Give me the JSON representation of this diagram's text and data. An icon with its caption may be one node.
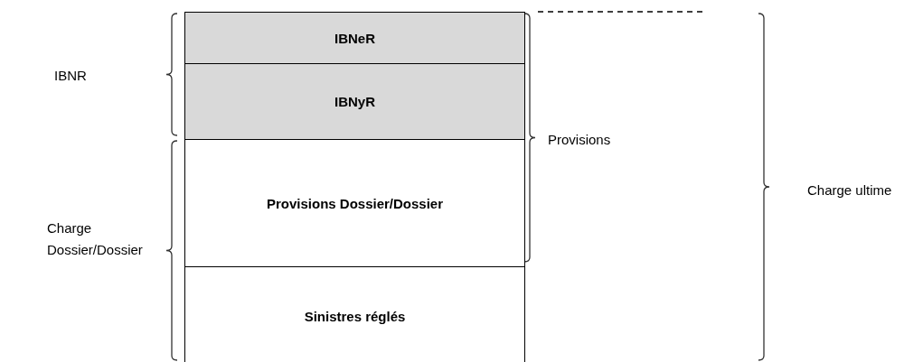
{
  "diagram": {
    "nodes": [
      {
        "text": [
          "IBNeR"
        ]
      },
      {
        "text": [
          "IBNyR"
        ]
      },
      {
        "text": [
          "Provisions Dossier/Dossier"
        ]
      },
      {
        "text": [
          "Sinistres réglés"
        ]
      }
    ],
    "labels": [
      "IBNR",
      "Charge Dossier/Dossier",
      "Provisions",
      "Charge ultime"
    ]
  }
}
